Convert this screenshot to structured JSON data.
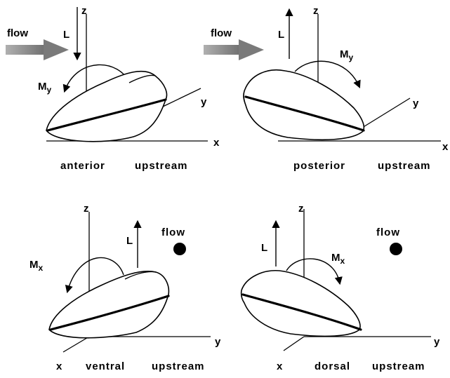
{
  "panels": [
    {
      "id": "anterior-upstream",
      "z_label": "z",
      "x_label": "x",
      "y_label": "y",
      "flow_label": "flow",
      "lift_label": "L",
      "lift_direction": "down",
      "moment_label": "M",
      "moment_subscript": "y",
      "caption_a": "anterior",
      "caption_b": "upstream",
      "flow_indicator": "arrow"
    },
    {
      "id": "posterior-upstream",
      "z_label": "z",
      "x_label": "x",
      "y_label": "y",
      "flow_label": "flow",
      "lift_label": "L",
      "lift_direction": "up",
      "moment_label": "M",
      "moment_subscript": "y",
      "caption_a": "posterior",
      "caption_b": "upstream",
      "flow_indicator": "arrow"
    },
    {
      "id": "ventral-upstream",
      "z_label": "z",
      "x_label": "x",
      "y_label": "y",
      "flow_label": "flow",
      "lift_label": "L",
      "lift_direction": "up",
      "moment_label": "M",
      "moment_subscript": "x",
      "caption_a": "ventral",
      "caption_b": "upstream",
      "flow_indicator": "dot"
    },
    {
      "id": "dorsal-upstream",
      "z_label": "z",
      "x_label": "x",
      "y_label": "y",
      "flow_label": "flow",
      "lift_label": "L",
      "lift_direction": "up",
      "moment_label": "M",
      "moment_subscript": "x",
      "caption_a": "dorsal",
      "caption_b": "upstream",
      "flow_indicator": "dot"
    }
  ],
  "colors": {
    "ink": "#000000",
    "flow_arrow": "#8a8a8a",
    "background": "#ffffff"
  }
}
